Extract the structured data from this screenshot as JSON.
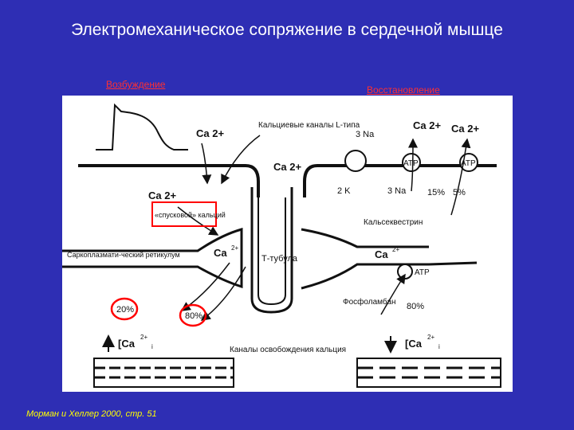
{
  "title": "Электромеханическое сопряжение в сердечной мышце",
  "tabs": {
    "excitation": "Возбуждение",
    "recovery": "Восстановление"
  },
  "figure": {
    "ca2": "Ca 2+",
    "ca": "Ca",
    "sup": "2+",
    "l_channels": "Кальциевые каналы L-типа",
    "na3": "3 Na",
    "k2": "2 K",
    "atp": "ATP",
    "trigger_calcium": "«спусковой» кальций",
    "sr": "Саркоплазмати-ческий ретикулум",
    "t_tubule": "Т-тубула",
    "calsequestrin": "Кальсеквестрин",
    "phospholamban": "Фосфоламбан",
    "pct_15": "15%",
    "pct_5": "5%",
    "pct_20": "20%",
    "pct_80_left": "80%",
    "pct_80_right": "80%",
    "ca_i": "[Ca",
    "sub_i": "i",
    "release_channels": "Каналы освобождения кальция"
  },
  "reference": "Морман и Хеллер 2000, стр. 51",
  "colors": {
    "background": "#2e2eb4",
    "title": "#ffffff",
    "tab": "#ff3030",
    "highlight": "#ff0000",
    "reference": "#ffff00"
  }
}
